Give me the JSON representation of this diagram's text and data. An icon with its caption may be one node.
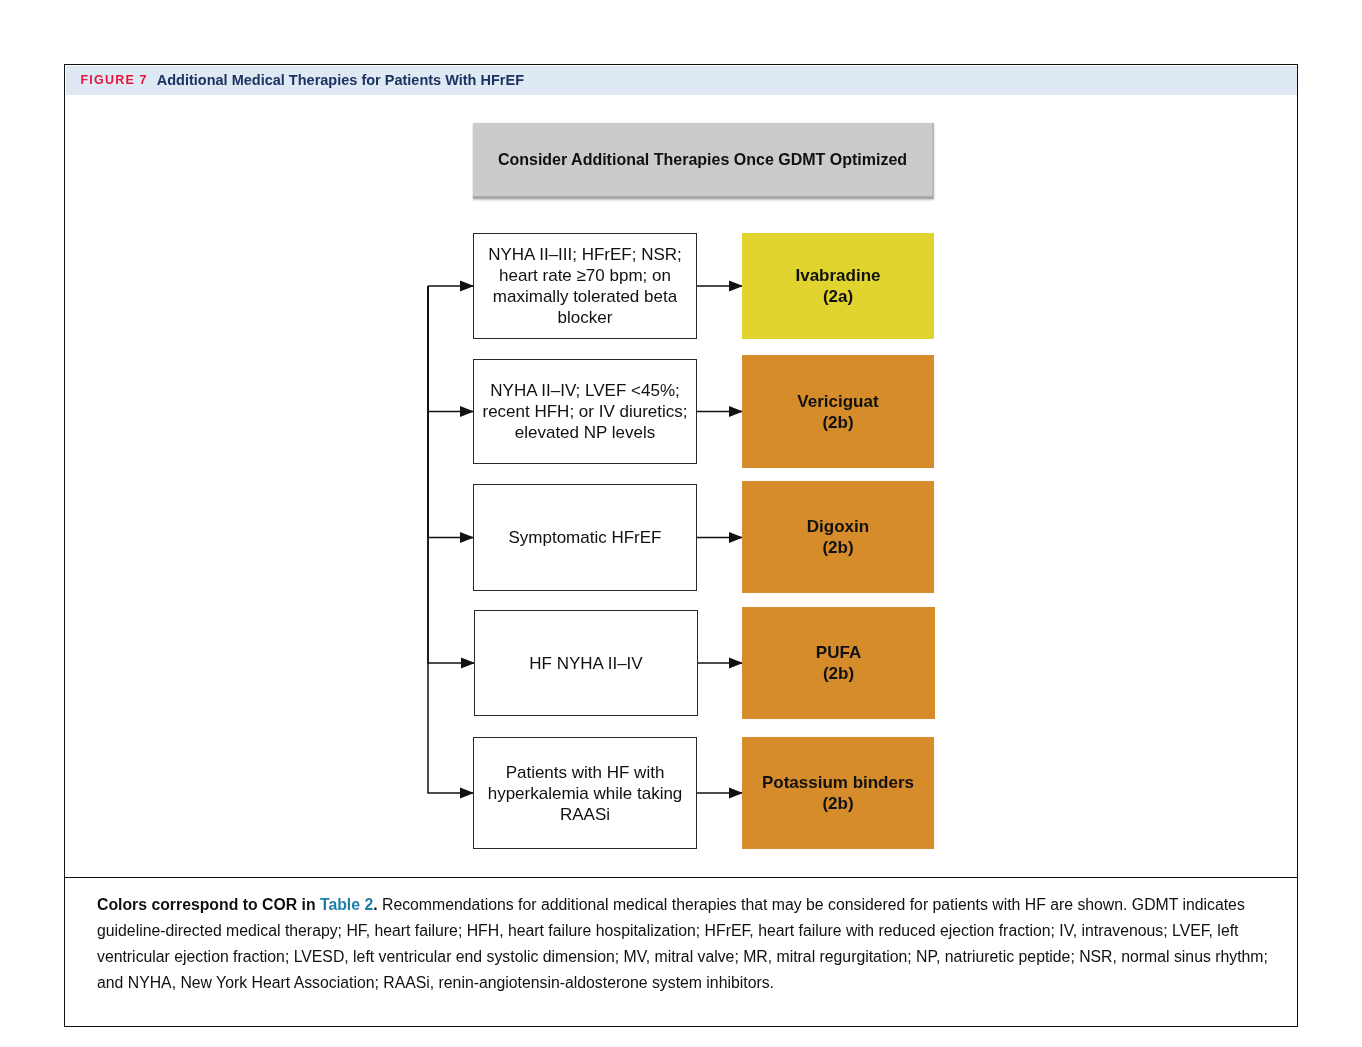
{
  "diagram": {
    "title": "Additional Medical Therapies for Patients With HFrEF",
    "caption": "**Colors correspond to COR in Table 2.** Recommendations for additional medical therapies that may be considered for patients with HF are shown. GDMT indicates guideline-directed medical therapy; HF, heart failure; HFH, heart failure hospitalization; HFrEF, heart failure with reduced ejection fraction; IV, intravenous; LVEF, left ventricular ejection fraction; LVESD, left ventricular end systolic dimension; MV, mitral valve; MR, mitral regurgitation; NP, natriuretic peptide; NSR, normal sinus rhythm; and NYHA, New York Heart Association; RAASi, renin-angiotensin-aldosterone system inhibitors.",
    "nodes": [
      {
        "text": [
          "Consider Additional Therapies Once GDMT Optimized"
        ]
      },
      {
        "text": [
          "NYHA II–III; HFrEF; NSR; heart rate ≥70 bpm; on maximally tolerated beta blocker"
        ]
      },
      {
        "text": [
          "Ivabradine",
          "(2a)"
        ]
      },
      {
        "text": [
          "NYHA II–IV; LVEF <45%; recent HFH; or IV diuretics; elevated NP levels"
        ]
      },
      {
        "text": [
          "Vericiguat",
          "(2b)"
        ]
      },
      {
        "text": [
          "Symptomatic HFrEF"
        ]
      },
      {
        "text": [
          "Digoxin",
          "(2b)"
        ]
      },
      {
        "text": [
          "HF NYHA II–IV"
        ]
      },
      {
        "text": [
          "PUFA",
          "(2b)"
        ]
      },
      {
        "text": [
          "Patients with HF with hyperkalemia while taking RAASi"
        ]
      },
      {
        "text": [
          "Potassium binders",
          "(2b)"
        ]
      }
    ],
    "edges": [
      {
        "from": null,
        "to": 1,
        "arrow": "to"
      },
      {
        "from": null,
        "to": 3,
        "arrow": "to"
      },
      {
        "from": null,
        "to": 5,
        "arrow": "to"
      },
      {
        "from": null,
        "to": 7,
        "arrow": "to"
      },
      {
        "from": null,
        "to": 9,
        "arrow": "to"
      },
      {
        "from": 1,
        "to": 2,
        "arrow": "to"
      },
      {
        "from": 3,
        "to": 4,
        "arrow": "to"
      },
      {
        "from": 5,
        "to": 6,
        "arrow": "to"
      },
      {
        "from": 7,
        "to": 8,
        "arrow": "to"
      },
      {
        "from": 9,
        "to": 10,
        "arrow": "to"
      }
    ],
    "labels": [
      "FIGURE 7"
    ]
  }
}
